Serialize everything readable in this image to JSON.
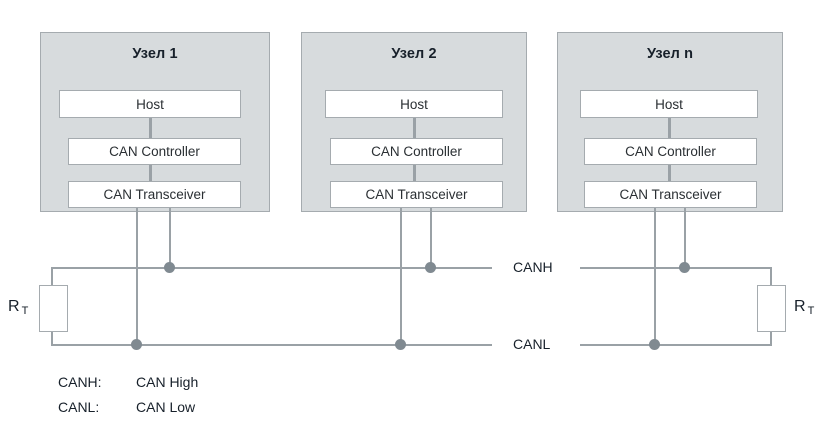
{
  "diagram": {
    "title_hidden": "",
    "nodes": [
      {
        "title": "Узел 1",
        "blocks": [
          "Host",
          "CAN Controller",
          "CAN Transceiver"
        ]
      },
      {
        "title": "Узел 2",
        "blocks": [
          "Host",
          "CAN Controller",
          "CAN Transceiver"
        ]
      },
      {
        "title": "Узел n",
        "blocks": [
          "Host",
          "CAN Controller",
          "CAN Transceiver"
        ]
      }
    ],
    "bus": {
      "high_label": "CANH",
      "low_label": "CANL"
    },
    "resistors": {
      "left": {
        "symbol": "R",
        "subscript": "T"
      },
      "right": {
        "symbol": "R",
        "subscript": "T"
      }
    },
    "legend": [
      {
        "key": "CANH:",
        "value": "CAN High"
      },
      {
        "key": "CANL:",
        "value": "CAN Low"
      }
    ],
    "colors": {
      "panel_fill": "#d7dbdd",
      "panel_border": "#a5abaf",
      "wire": "#9aa1a6",
      "junction_dot": "#808a91",
      "box_fill": "#ffffff",
      "text": "#17202a"
    }
  }
}
